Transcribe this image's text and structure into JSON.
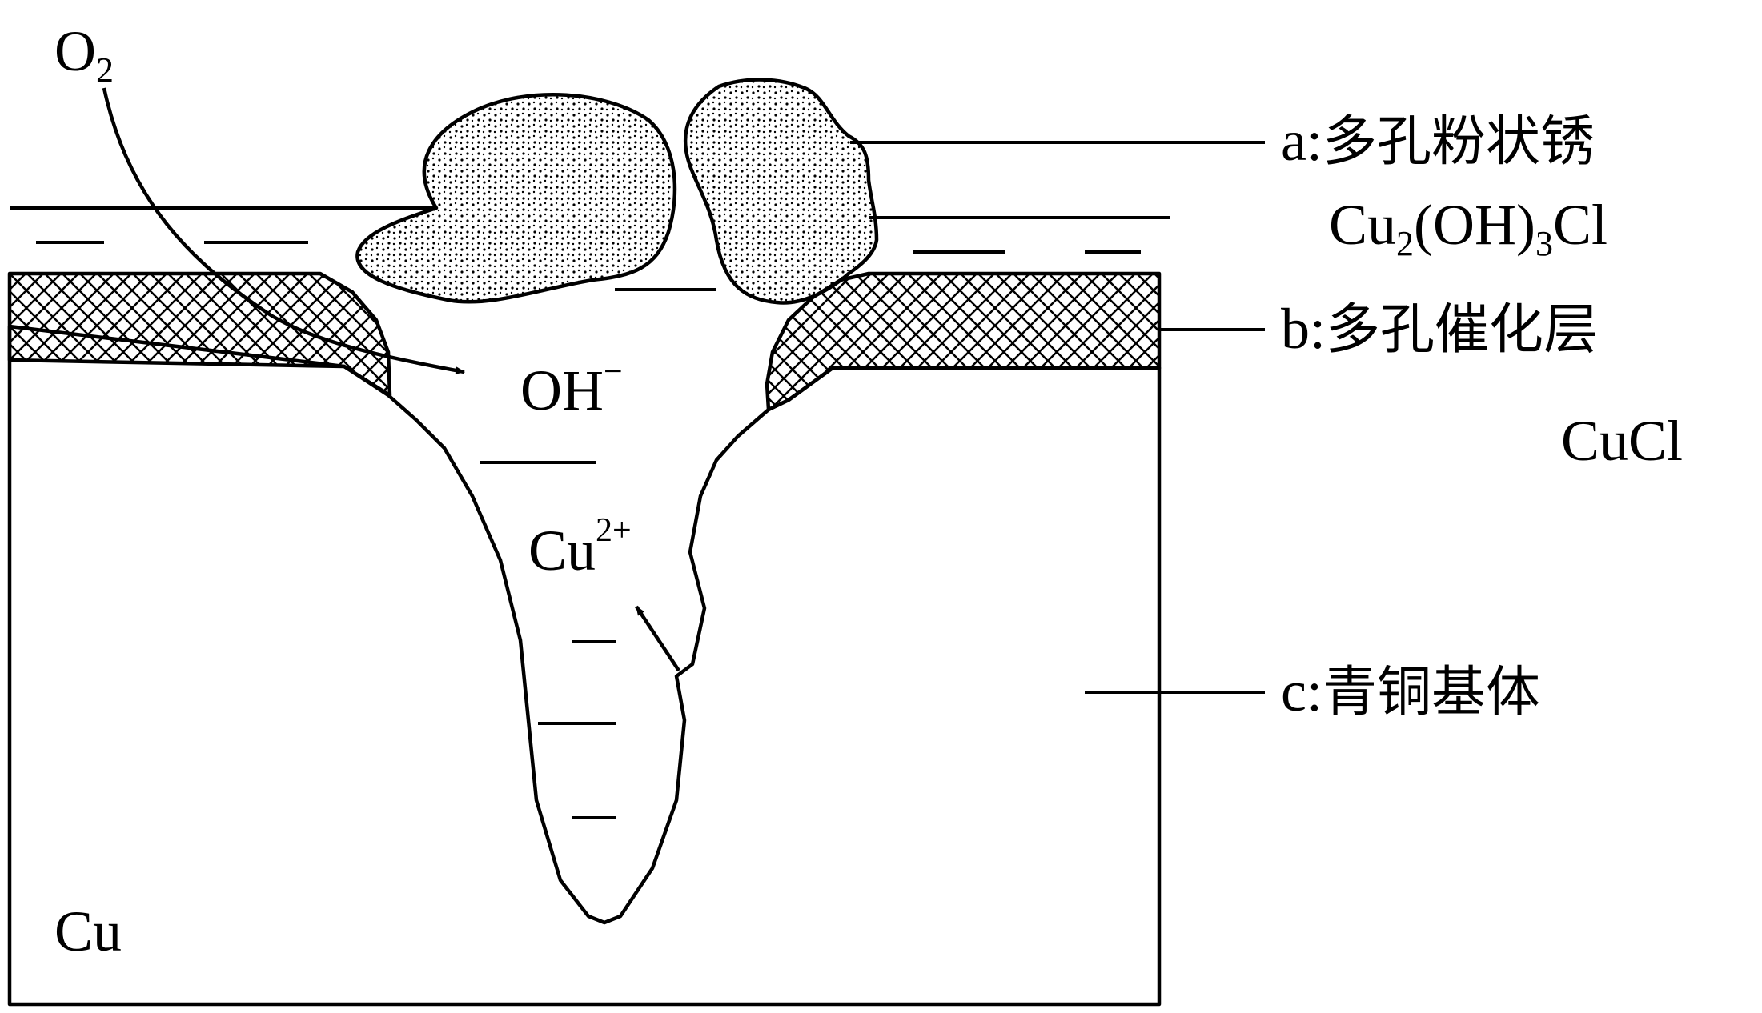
{
  "diagram": {
    "o2": {
      "main": "O",
      "sub": "2"
    },
    "oh": {
      "main": "OH",
      "sup": "−"
    },
    "cu2": {
      "main": "Cu",
      "sup": "2+"
    },
    "cu_label": "Cu",
    "label_a": {
      "letter": "a",
      "text": "多孔粉状锈",
      "formula_main1": "Cu",
      "formula_sub1": "2",
      "formula_main2": "(OH)",
      "formula_sub2": "3",
      "formula_main3": "Cl"
    },
    "label_b": {
      "letter": "b",
      "text": "多孔催化层",
      "formula": "CuCl"
    },
    "label_c": {
      "letter": "c",
      "text": "青铜基体"
    },
    "colon": ":"
  }
}
